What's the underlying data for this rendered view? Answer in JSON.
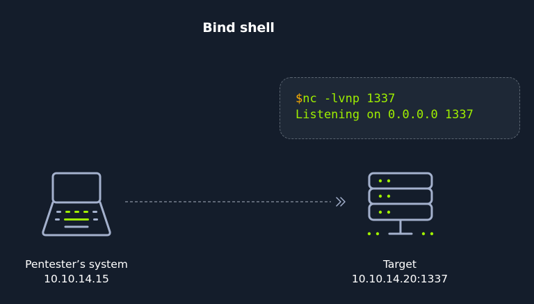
{
  "title": "Bind shell",
  "terminal": {
    "prompt": "$",
    "command": "nc -lvnp 1337",
    "output": "Listening on 0.0.0.0 1337"
  },
  "nodes": {
    "pentester": {
      "name": "Pentester’s system",
      "ip": "10.10.14.15"
    },
    "target": {
      "name": "Target",
      "address": "10.10.14.20:1337"
    }
  },
  "colors": {
    "background": "#141d2b",
    "accent_green": "#9fef00",
    "accent_orange": "#ffaf00",
    "icon_stroke": "#a4b1cd"
  },
  "icons": [
    "laptop-icon",
    "server-icon",
    "double-chevron-icon"
  ]
}
